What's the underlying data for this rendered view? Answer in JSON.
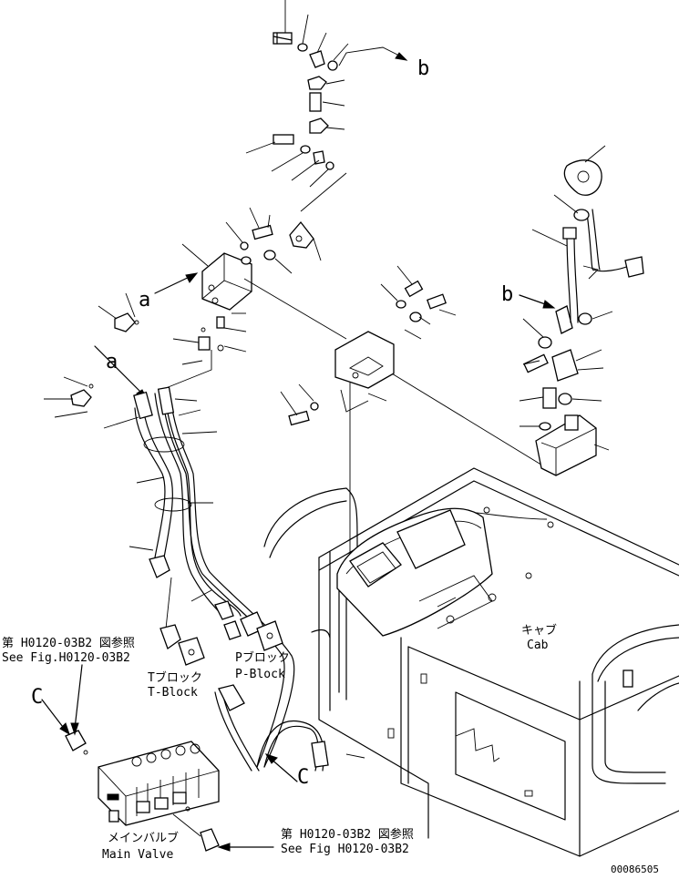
{
  "letters": {
    "a_upper": "a",
    "a_lower": "a",
    "b_top": "b",
    "b_right": "b",
    "c_left": "C",
    "c_bottom": "C"
  },
  "labels": {
    "see_fig_top_jp": "第 H0120-03B2 図参照",
    "see_fig_top_en": "See Fig.H0120-03B2",
    "t_block_jp": "Tブロック",
    "t_block_en": "T-Block",
    "p_block_jp": "Pブロック",
    "p_block_en": "P-Block",
    "cab_jp": "キャブ",
    "cab_en": "Cab",
    "main_valve_jp": "メインバルブ",
    "main_valve_en": "Main Valve",
    "see_fig_bottom_jp": "第 H0120-03B2 図参照",
    "see_fig_bottom_en": "See Fig H0120-03B2"
  },
  "drawing_number": "00086505"
}
